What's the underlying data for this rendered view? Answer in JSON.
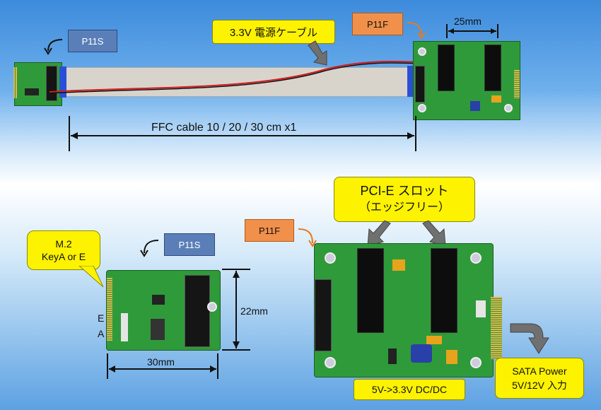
{
  "labels": {
    "p11s_top": "P11S",
    "p11f_top": "P11F",
    "power_cable": "3.3V 電源ケーブル",
    "dim_25mm": "25mm",
    "ffc_cable": "FFC cable 10 / 20 / 30 cm x1",
    "pcie_slot_line1": "PCI-E スロット",
    "pcie_slot_line2": "（エッジフリー）",
    "p11f_bottom": "P11F",
    "m2_line1": "M.2",
    "m2_line2": "KeyA or E",
    "p11s_bottom": "P11S",
    "key_e": "E",
    "key_a": "A",
    "dim_22mm": "22mm",
    "dim_30mm": "30mm",
    "dcdc": "5V->3.3V DC/DC",
    "sata_line1": "SATA Power",
    "sata_line2": "5V/12V 入力"
  },
  "colors": {
    "blue_tag": "#5a7fb8",
    "orange_tag": "#f0904a",
    "yellow_callout": "#fdf200",
    "pcb_green": "#2f9a3a",
    "arrow_gray": "#707070"
  },
  "icons": [
    "curved-arrow-icon",
    "gray-arrow-icon",
    "dimension-arrow-icon"
  ]
}
